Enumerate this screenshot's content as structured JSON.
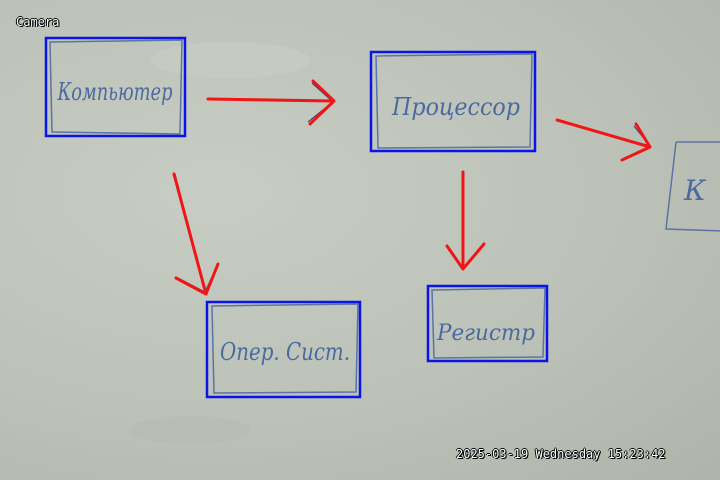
{
  "camera": {
    "label": "Camera",
    "timestamp": "2025-03-19 Wednesday 15:23:42"
  },
  "nodes": [
    {
      "id": "computer",
      "text": "Компьютер"
    },
    {
      "id": "processor",
      "text": "Процессор"
    },
    {
      "id": "os",
      "text": "Опер. Сист."
    },
    {
      "id": "register",
      "text": "Регистр"
    },
    {
      "id": "partial",
      "text": "К"
    }
  ],
  "edges": [
    {
      "from": "computer",
      "to": "processor"
    },
    {
      "from": "computer",
      "to": "os"
    },
    {
      "from": "processor",
      "to": "register"
    },
    {
      "from": "processor",
      "to": "partial"
    }
  ],
  "colors": {
    "detection_box": "#0a14e6",
    "detected_arrow": "#f01616",
    "pen_ink": "#4a6aa0",
    "whiteboard": "#bcc2b8"
  }
}
